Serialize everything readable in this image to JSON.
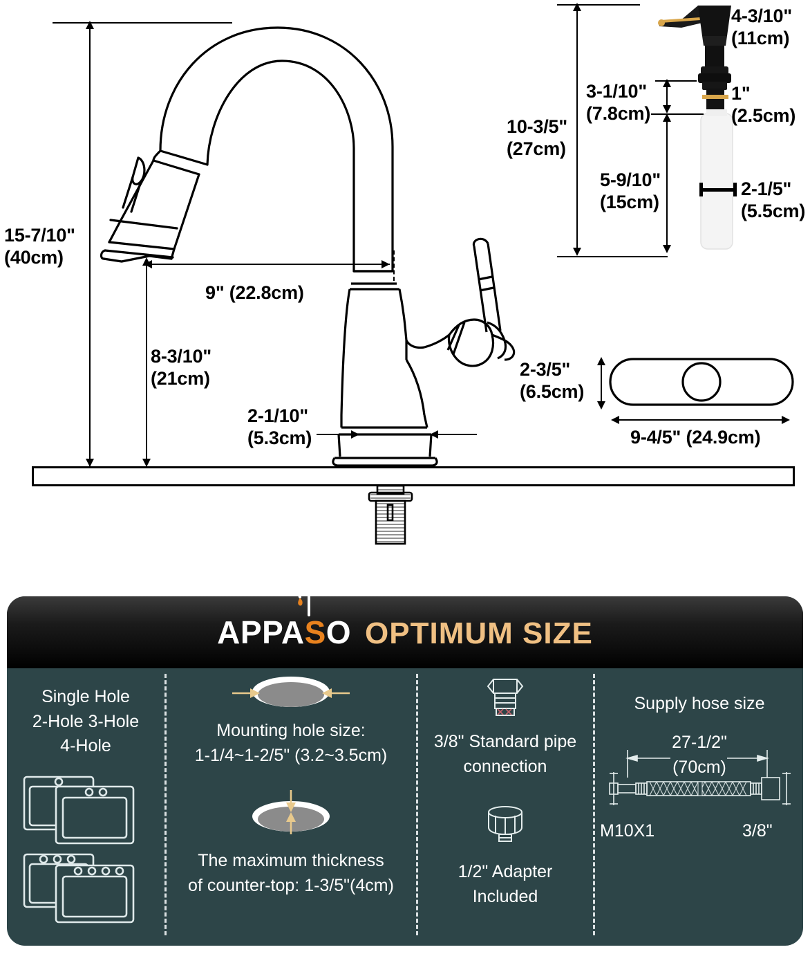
{
  "diagram": {
    "faucet": {
      "height_total": "15-7/10\"\n(40cm)",
      "spout_reach": "9\" (22.8cm)",
      "spout_height": "8-3/10\"\n(21cm)",
      "base_diameter": "2-1/10\"\n(5.3cm)"
    },
    "dispenser": {
      "total_height": "10-3/5\"\n(27cm)",
      "head_width": "4-3/10\"\n(11cm)",
      "neck_height": "3-1/10\"\n(7.8cm)",
      "thread_height": "1\"\n(2.5cm)",
      "bottle_height": "5-9/10\"\n(15cm)",
      "bottle_diameter": "2-1/5\"\n(5.5cm)"
    },
    "deck_plate": {
      "width_label": "2-3/5\"\n(6.5cm)",
      "length_label": "9-4/5\" (24.9cm)"
    }
  },
  "panel": {
    "brand": "APPA",
    "brand_s": "S",
    "brand_tail": "O",
    "headline": "OPTIMUM SIZE",
    "columns": [
      {
        "id": "hole-config",
        "title_line1": "Single Hole",
        "title_line2": "2-Hole  3-Hole",
        "title_line3": "4-Hole"
      },
      {
        "id": "mounting",
        "text1_line1": "Mounting hole size:",
        "text1_line2": "1-1/4~1-2/5\" (3.2~3.5cm)",
        "text2_line1": "The maximum thickness",
        "text2_line2": "of counter-top: 1-3/5\"(4cm)"
      },
      {
        "id": "pipe",
        "text1_line1": "3/8\" Standard pipe",
        "text1_line2": "connection",
        "text2_line1": "1/2\" Adapter",
        "text2_line2": "Included"
      },
      {
        "id": "hose",
        "title": "Supply hose size",
        "length_line1": "27-1/2\"",
        "length_line2": "(70cm)",
        "end_left": "M10X1",
        "end_right": "3/8\""
      }
    ]
  },
  "colors": {
    "panel_bg": "#2d4548",
    "header_black": "#000000",
    "brand_white": "#ffffff",
    "brand_orange": "#e8821e",
    "headline_gold": "#f0c083",
    "divider_white": "#e9eef0",
    "accent_gold": "#e8c98c",
    "line_black": "#000000"
  }
}
